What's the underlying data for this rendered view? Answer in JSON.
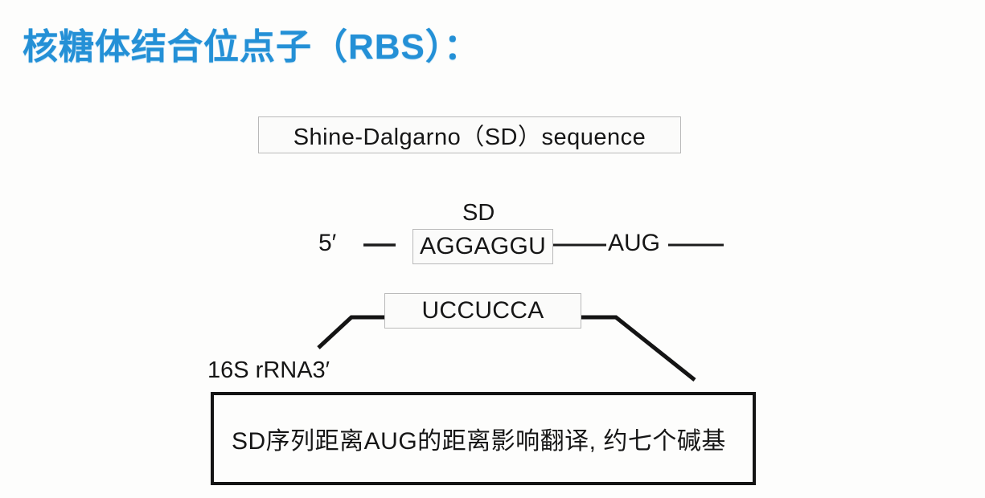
{
  "slide": {
    "title": "核糖体结合位点子（RBS）：",
    "title_color": "#2490d6",
    "background_color": "#fdfdfc",
    "stroke_color": "#141414",
    "box_border_color": "#b9b9b9"
  },
  "diagram": {
    "header_box_label": "Shine-Dalgarno（SD）sequence",
    "sd_caption": "SD",
    "five_prime_label": "5′",
    "mrna_sd_sequence": "AGGAGGU",
    "start_codon_label": "AUG",
    "anti_sd_sequence": "UCCUCCA",
    "rrna_label": "16S rRNA3′"
  },
  "note": {
    "text": "SD序列距离AUG的距离影响翻译, 约七个碱基"
  }
}
